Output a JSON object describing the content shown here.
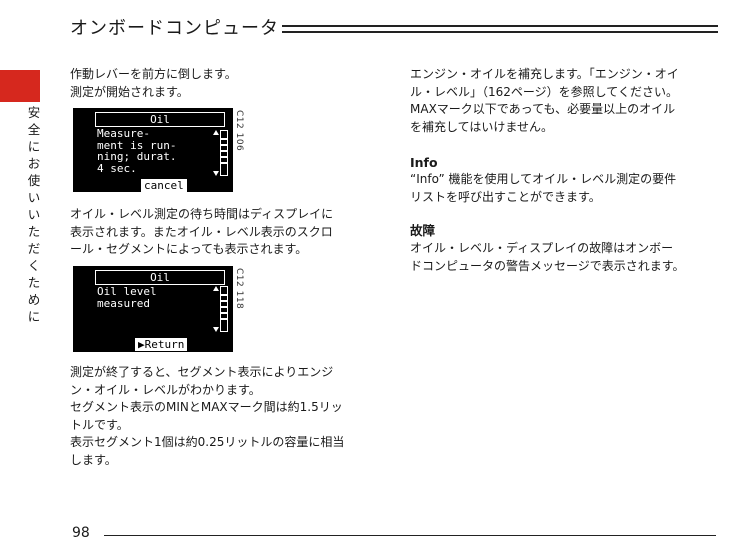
{
  "header": {
    "title": "オンボードコンピュータ"
  },
  "side_tab": {
    "chars": [
      "安",
      "全",
      "に",
      "お",
      "使",
      "い",
      "い",
      "た",
      "だ",
      "く",
      "た",
      "め",
      "に"
    ]
  },
  "left": {
    "p1": [
      "作動レバーを前方に倒します。",
      "測定が開始されます。"
    ],
    "screen1": {
      "title": "Oil",
      "msg": "Measure-\nment is run-\nning; durat.\n4 sec.",
      "button": "cancel",
      "code": "C12 106"
    },
    "p2": [
      "オイル・レベル測定の待ち時間はディスプレイに",
      "表示されます。またオイル・レベル表示のスクロ",
      "ール・セグメントによっても表示されます。"
    ],
    "screen2": {
      "title": "Oil",
      "msg": "Oil level\nmeasured",
      "button": "▶Return",
      "code": "C12 118"
    },
    "p3": [
      "測定が終了すると、セグメント表示によりエンジ",
      "ン・オイル・レベルがわかります。",
      "セグメント表示のMINとMAXマーク間は約1.5リッ",
      "トルです。",
      "表示セグメント1個は約0.25リットルの容量に相当",
      "します。"
    ]
  },
  "right": {
    "p1": [
      "エンジン・オイルを補充します。「エンジン・オイ",
      "ル・レベル」（162ページ）を参照してください。",
      "MAXマーク以下であっても、必要量以上のオイル",
      "を補充してはいけません。"
    ],
    "info_heading": "Info",
    "info_lines": [
      "“Info” 機能を使用してオイル・レベル測定の要件",
      "リストを呼び出すことができます。"
    ],
    "fault_heading": "故障",
    "fault_lines": [
      "オイル・レベル・ディスプレイの故障はオンボー",
      "ドコンピュータの警告メッセージで表示されます。"
    ]
  },
  "footer": {
    "page_number": "98"
  }
}
